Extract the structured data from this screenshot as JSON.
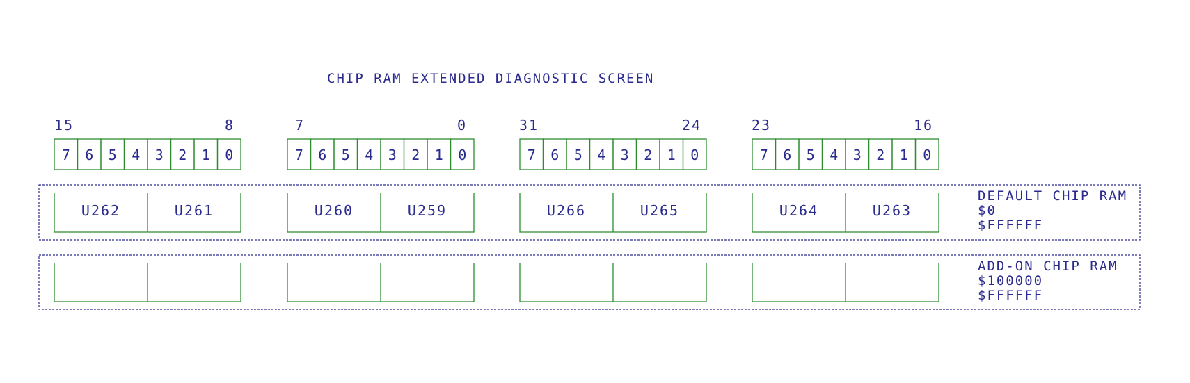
{
  "title": "CHIP RAM EXTENDED DIAGNOSTIC SCREEN",
  "bytes": [
    {
      "hi": "15",
      "lo": "8"
    },
    {
      "hi": "7",
      "lo": "0"
    },
    {
      "hi": "31",
      "lo": "24"
    },
    {
      "hi": "23",
      "lo": "16"
    }
  ],
  "bit_labels": [
    "7",
    "6",
    "5",
    "4",
    "3",
    "2",
    "1",
    "0"
  ],
  "default_row": {
    "chips": [
      "U262",
      "U261",
      "U260",
      "U259",
      "U266",
      "U265",
      "U264",
      "U263"
    ],
    "name": "DEFAULT CHIP RAM",
    "start": "$0",
    "end": "$FFFFFF"
  },
  "addon_row": {
    "chips": [
      "",
      "",
      "",
      "",
      "",
      "",
      "",
      ""
    ],
    "name": "ADD-ON CHIP RAM",
    "start": "$100000",
    "end": "$FFFFFF"
  },
  "colors": {
    "text": "#2b2b8f",
    "lines": "#2e8b2e"
  }
}
